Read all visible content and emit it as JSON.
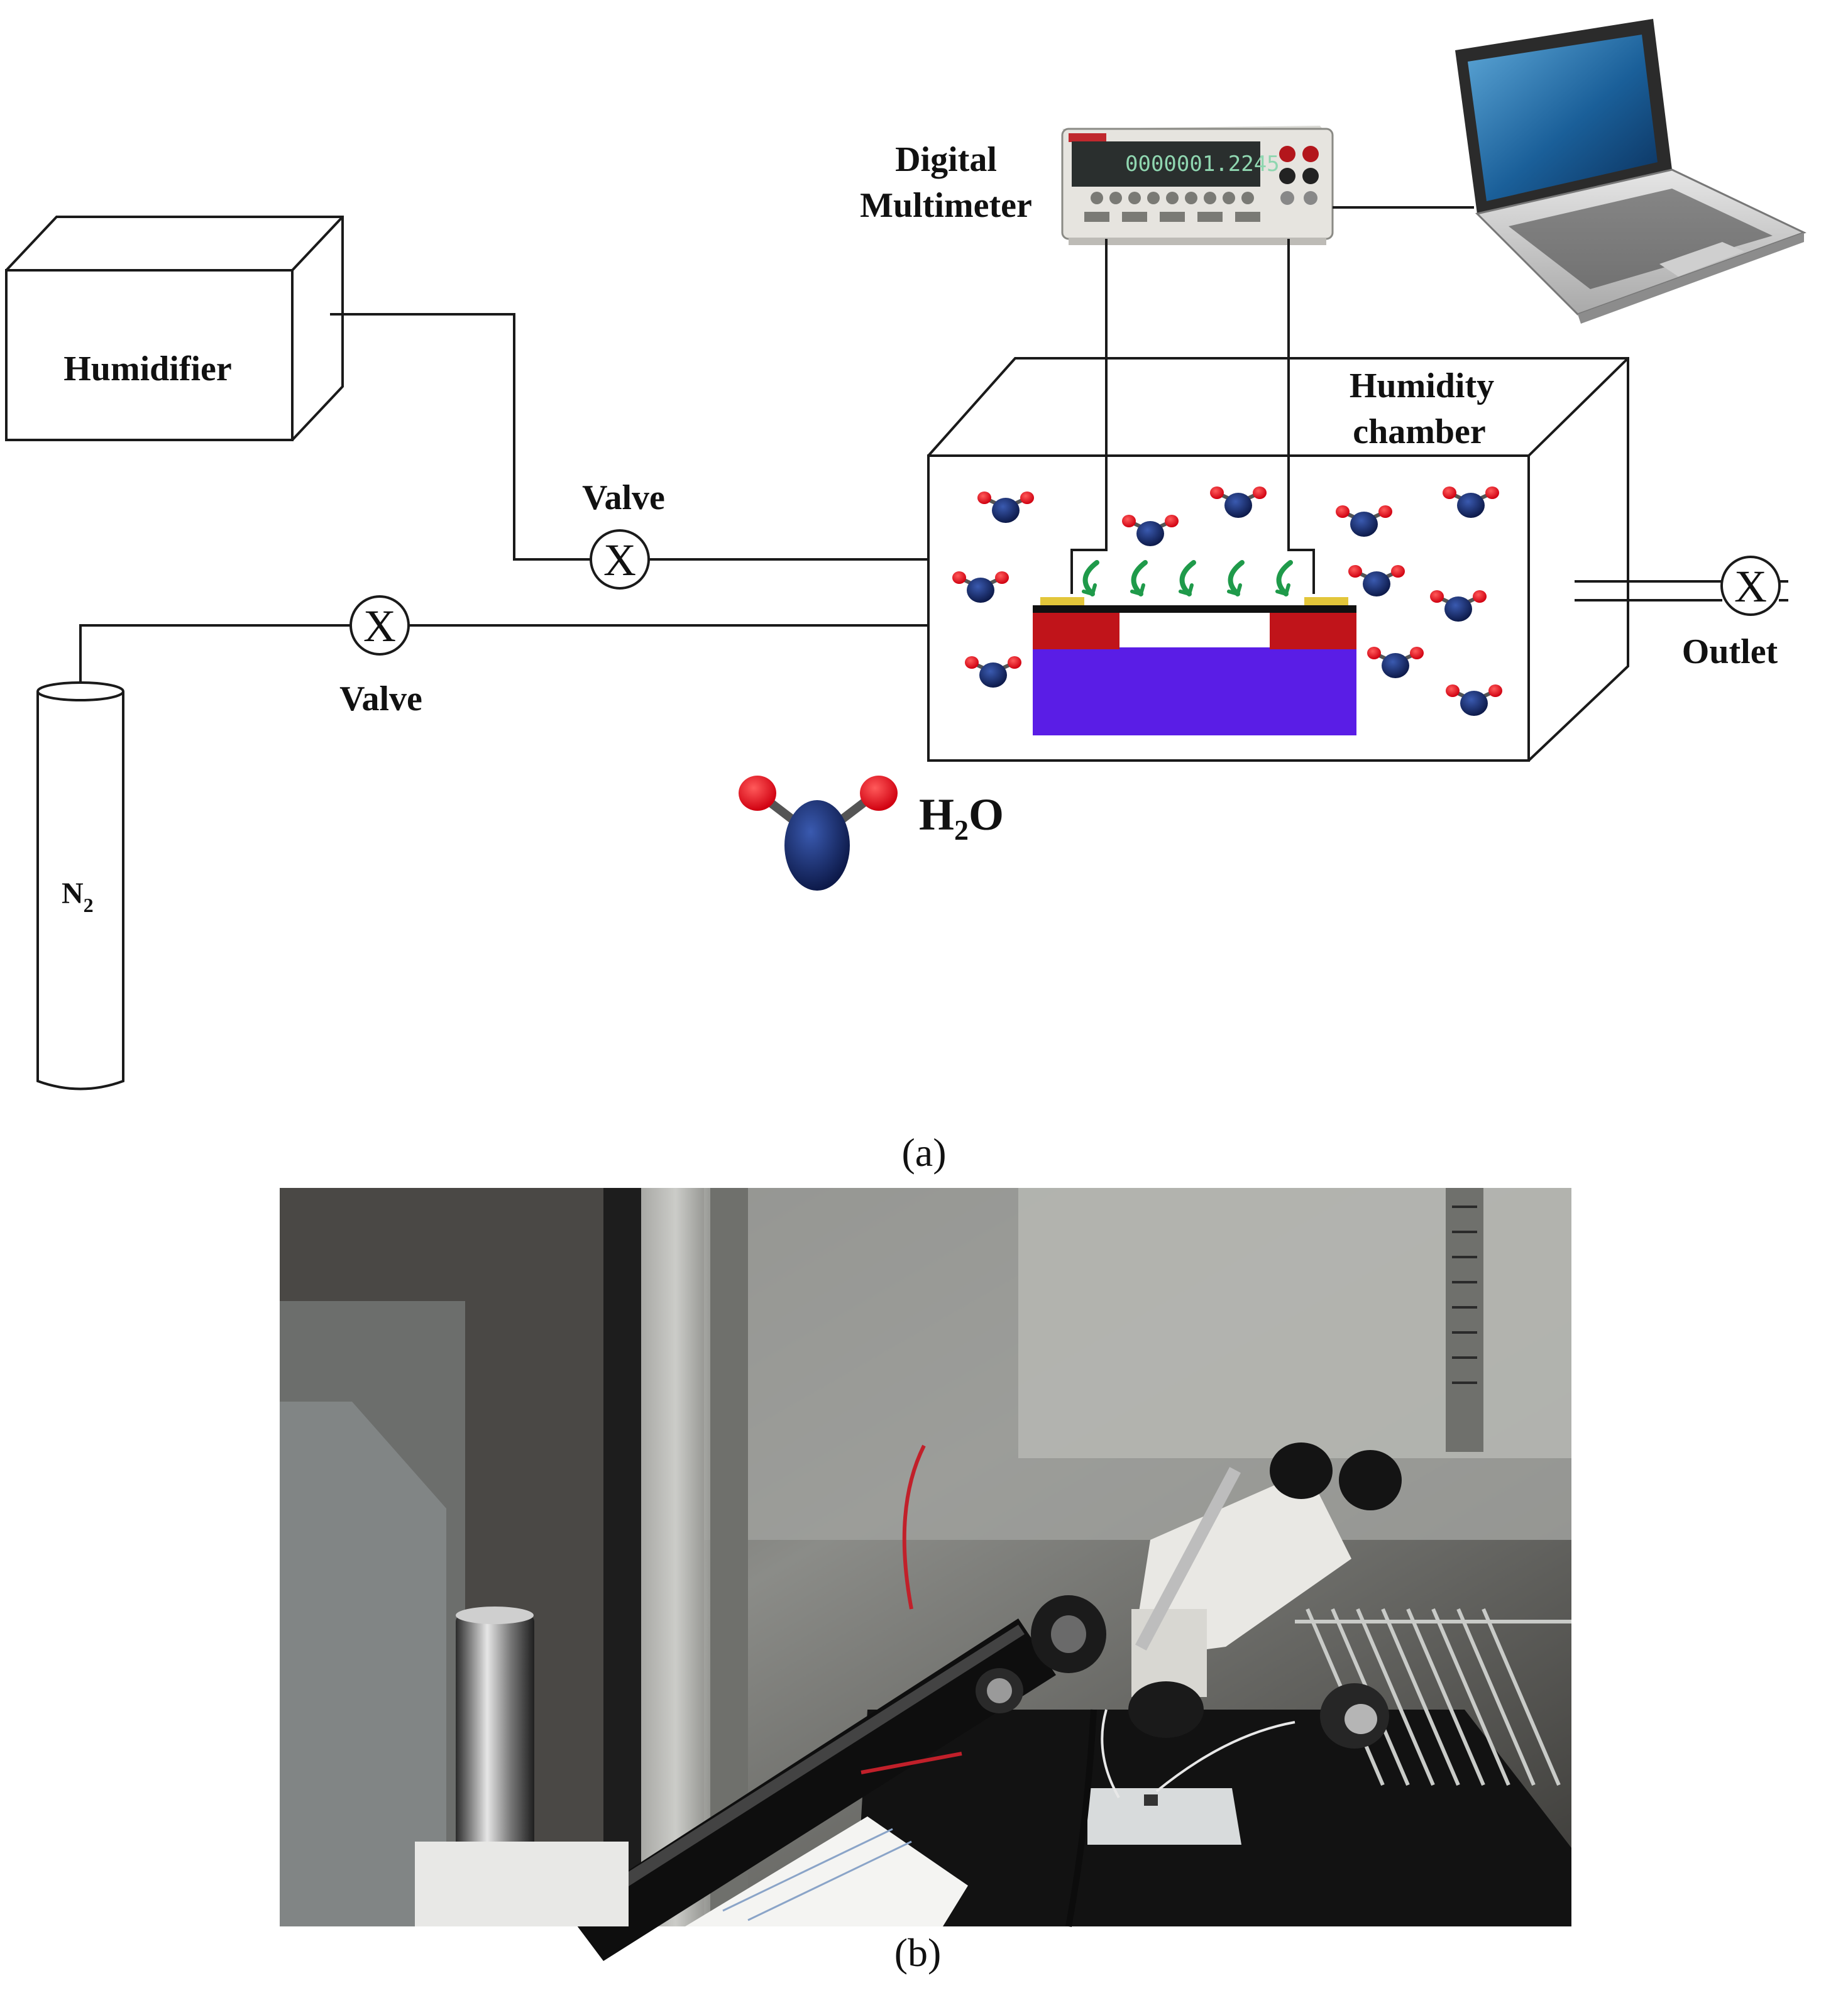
{
  "panel_a": {
    "caption": "(a)",
    "humidifier_label": "Humidifier",
    "valve_top_label": "Valve",
    "valve_bottom_label": "Valve",
    "nitrogen_label": "N",
    "nitrogen_subscript": "2",
    "multimeter_label_line1": "Digital",
    "multimeter_label_line2": "Multimeter",
    "chamber_label_line1": "Humidity",
    "chamber_label_line2": "chamber",
    "outlet_label": "Outlet",
    "legend_formula_h": "H",
    "legend_formula_sub": "2",
    "legend_formula_o": "O",
    "multimeter_display": "0000001.2245",
    "valve_symbol": "X"
  },
  "panel_b": {
    "caption": "(b)"
  },
  "colors": {
    "line": "#1a1a1a",
    "oxygen": "#e8001c",
    "molecule_center": "#14245e",
    "substrate": "#5a1de6",
    "electrode": "#c0141a",
    "contact_pad": "#e3c63a",
    "arrow_green": "#1f9a4a"
  }
}
